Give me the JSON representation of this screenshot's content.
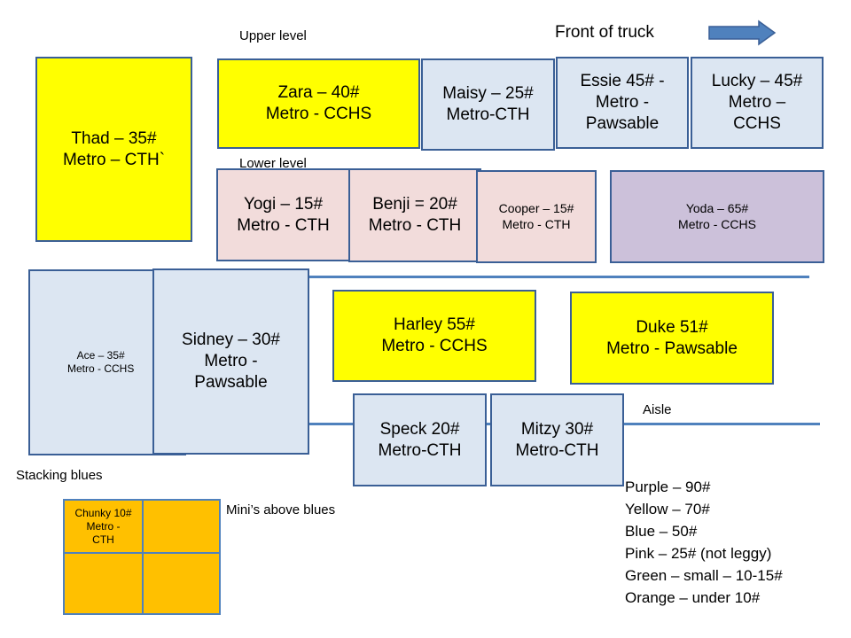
{
  "labels": {
    "upper_level": "Upper level",
    "lower_level": "Lower level",
    "front_of_truck": "Front of truck",
    "aisle": "Aisle",
    "stacking_blues": "Stacking blues",
    "minis_above_blues": "Mini’s above blues"
  },
  "crates": {
    "thad": "Thad – 35#\nMetro – CTH`",
    "zara": "Zara – 40#\nMetro - CCHS",
    "maisy": "Maisy – 25#\nMetro-CTH",
    "essie": "Essie 45# -\nMetro -\nPawsable",
    "lucky": "Lucky – 45#\nMetro –\nCCHS",
    "yogi": "Yogi – 15#\nMetro - CTH",
    "benji": "Benji = 20#\nMetro - CTH",
    "cooper": "Cooper – 15#\nMetro - CTH",
    "yoda": "Yoda – 65#\nMetro - CCHS",
    "ace": "Ace – 35#\nMetro - CCHS",
    "sidney": "Sidney – 30#\nMetro -\nPawsable",
    "harley": "Harley 55#\nMetro - CCHS",
    "duke": "Duke 51#\nMetro - Pawsable",
    "speck": "Speck 20#\nMetro-CTH",
    "mitzy": "Mitzy 30#\nMetro-CTH",
    "chunky": "Chunky 10#\nMetro -\nCTH"
  },
  "legend": [
    "Purple – 90#",
    "Yellow – 70#",
    "Blue – 50#",
    "Pink – 25# (not leggy)",
    "Green – small – 10-15#",
    "Orange – under 10#"
  ],
  "colors": {
    "yellow": "#ffff00",
    "blue": "#dce6f2",
    "pink": "#f2dcdb",
    "purple": "#ccc1da",
    "orange": "#ffc000",
    "outline": "#3a5f96"
  },
  "icons": {
    "front_arrow": "right-arrow-icon"
  }
}
